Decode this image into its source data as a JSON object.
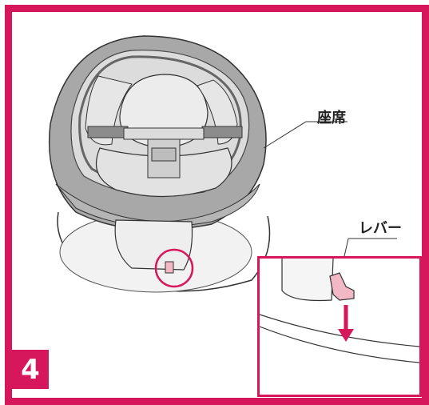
{
  "step": {
    "number": "4"
  },
  "labels": {
    "seat": "座席",
    "lever": "レバー"
  },
  "colors": {
    "accent": "#d6175c",
    "lever_pink": "#f2b8c6",
    "shell_gray": "#a8a8a8",
    "pad_light": "#e6e6e6"
  },
  "icons": {
    "down_arrow": "red-down-arrow-icon",
    "highlight_circle": "circle-highlight"
  }
}
